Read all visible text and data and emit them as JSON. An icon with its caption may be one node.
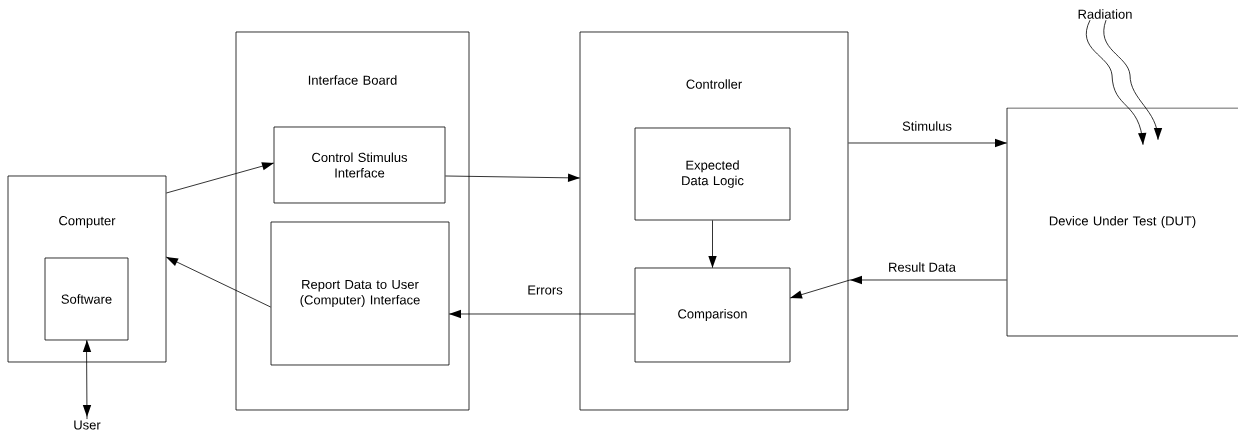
{
  "diagram": {
    "nodes": [
      {
        "text": [
          "Computer"
        ]
      },
      {
        "text": [
          "Software"
        ],
        "in": 0
      },
      {
        "text": [
          "User"
        ]
      },
      {
        "text": [
          "Interface Board"
        ]
      },
      {
        "text": [
          "Control Stimulus Interface"
        ],
        "in": 3
      },
      {
        "text": [
          "Report Data to User (Computer) Interface"
        ],
        "in": 3
      },
      {
        "text": [
          "Controller"
        ]
      },
      {
        "text": [
          "Expected Data Logic"
        ],
        "in": 6
      },
      {
        "text": [
          "Comparison"
        ],
        "in": 6
      },
      {
        "text": [
          "Device Under Test (DUT)"
        ]
      },
      {
        "text": [
          "Radiation"
        ]
      }
    ],
    "edges": [
      {
        "from": 1,
        "to": 2,
        "arrow": "both"
      },
      {
        "from": 0,
        "to": 4,
        "arrow": "to"
      },
      {
        "from": 5,
        "to": 0,
        "arrow": "to"
      },
      {
        "from": 4,
        "to": 6,
        "arrow": "to"
      },
      {
        "from": 6,
        "to": 9,
        "arrow": "to",
        "label": "Stimulus"
      },
      {
        "from": 9,
        "to": 8,
        "arrow": "to",
        "label": "Result Data"
      },
      {
        "from": 8,
        "to": 5,
        "arrow": "to",
        "label": "Errors"
      },
      {
        "from": 7,
        "to": 8,
        "arrow": "to"
      },
      {
        "from": 10,
        "to": 9,
        "arrow": "to"
      },
      {
        "from": 10,
        "to": 9,
        "arrow": "to"
      }
    ]
  }
}
